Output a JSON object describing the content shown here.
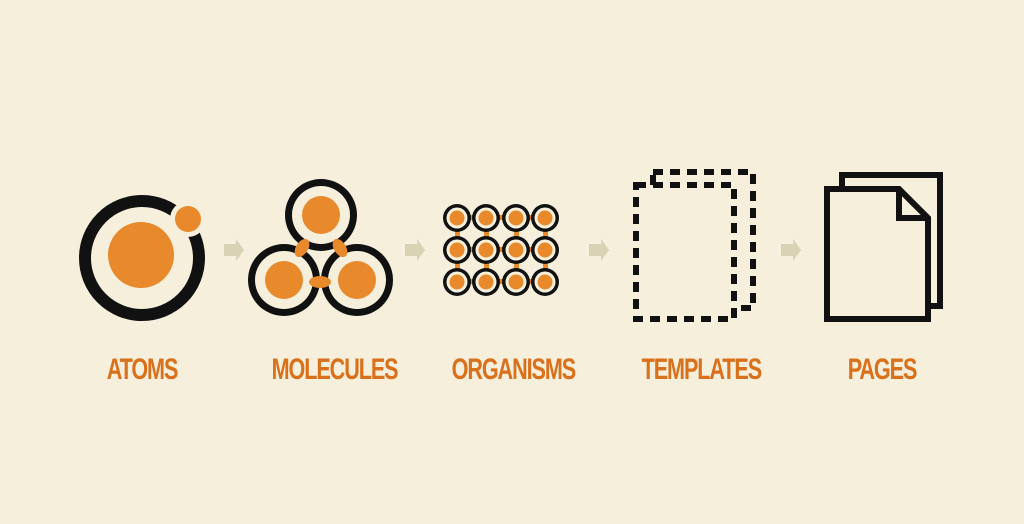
{
  "colors": {
    "background": "#f6efdc",
    "accent": "#e8892b",
    "label": "#d9711c",
    "ink": "#111111",
    "arrow": "#d9d2b4"
  },
  "stages": [
    {
      "label": "ATOMS",
      "icon": "atom-icon"
    },
    {
      "label": "MOLECULES",
      "icon": "molecule-icon"
    },
    {
      "label": "ORGANISMS",
      "icon": "organism-icon"
    },
    {
      "label": "TEMPLATES",
      "icon": "template-icon"
    },
    {
      "label": "PAGES",
      "icon": "pages-icon"
    }
  ]
}
